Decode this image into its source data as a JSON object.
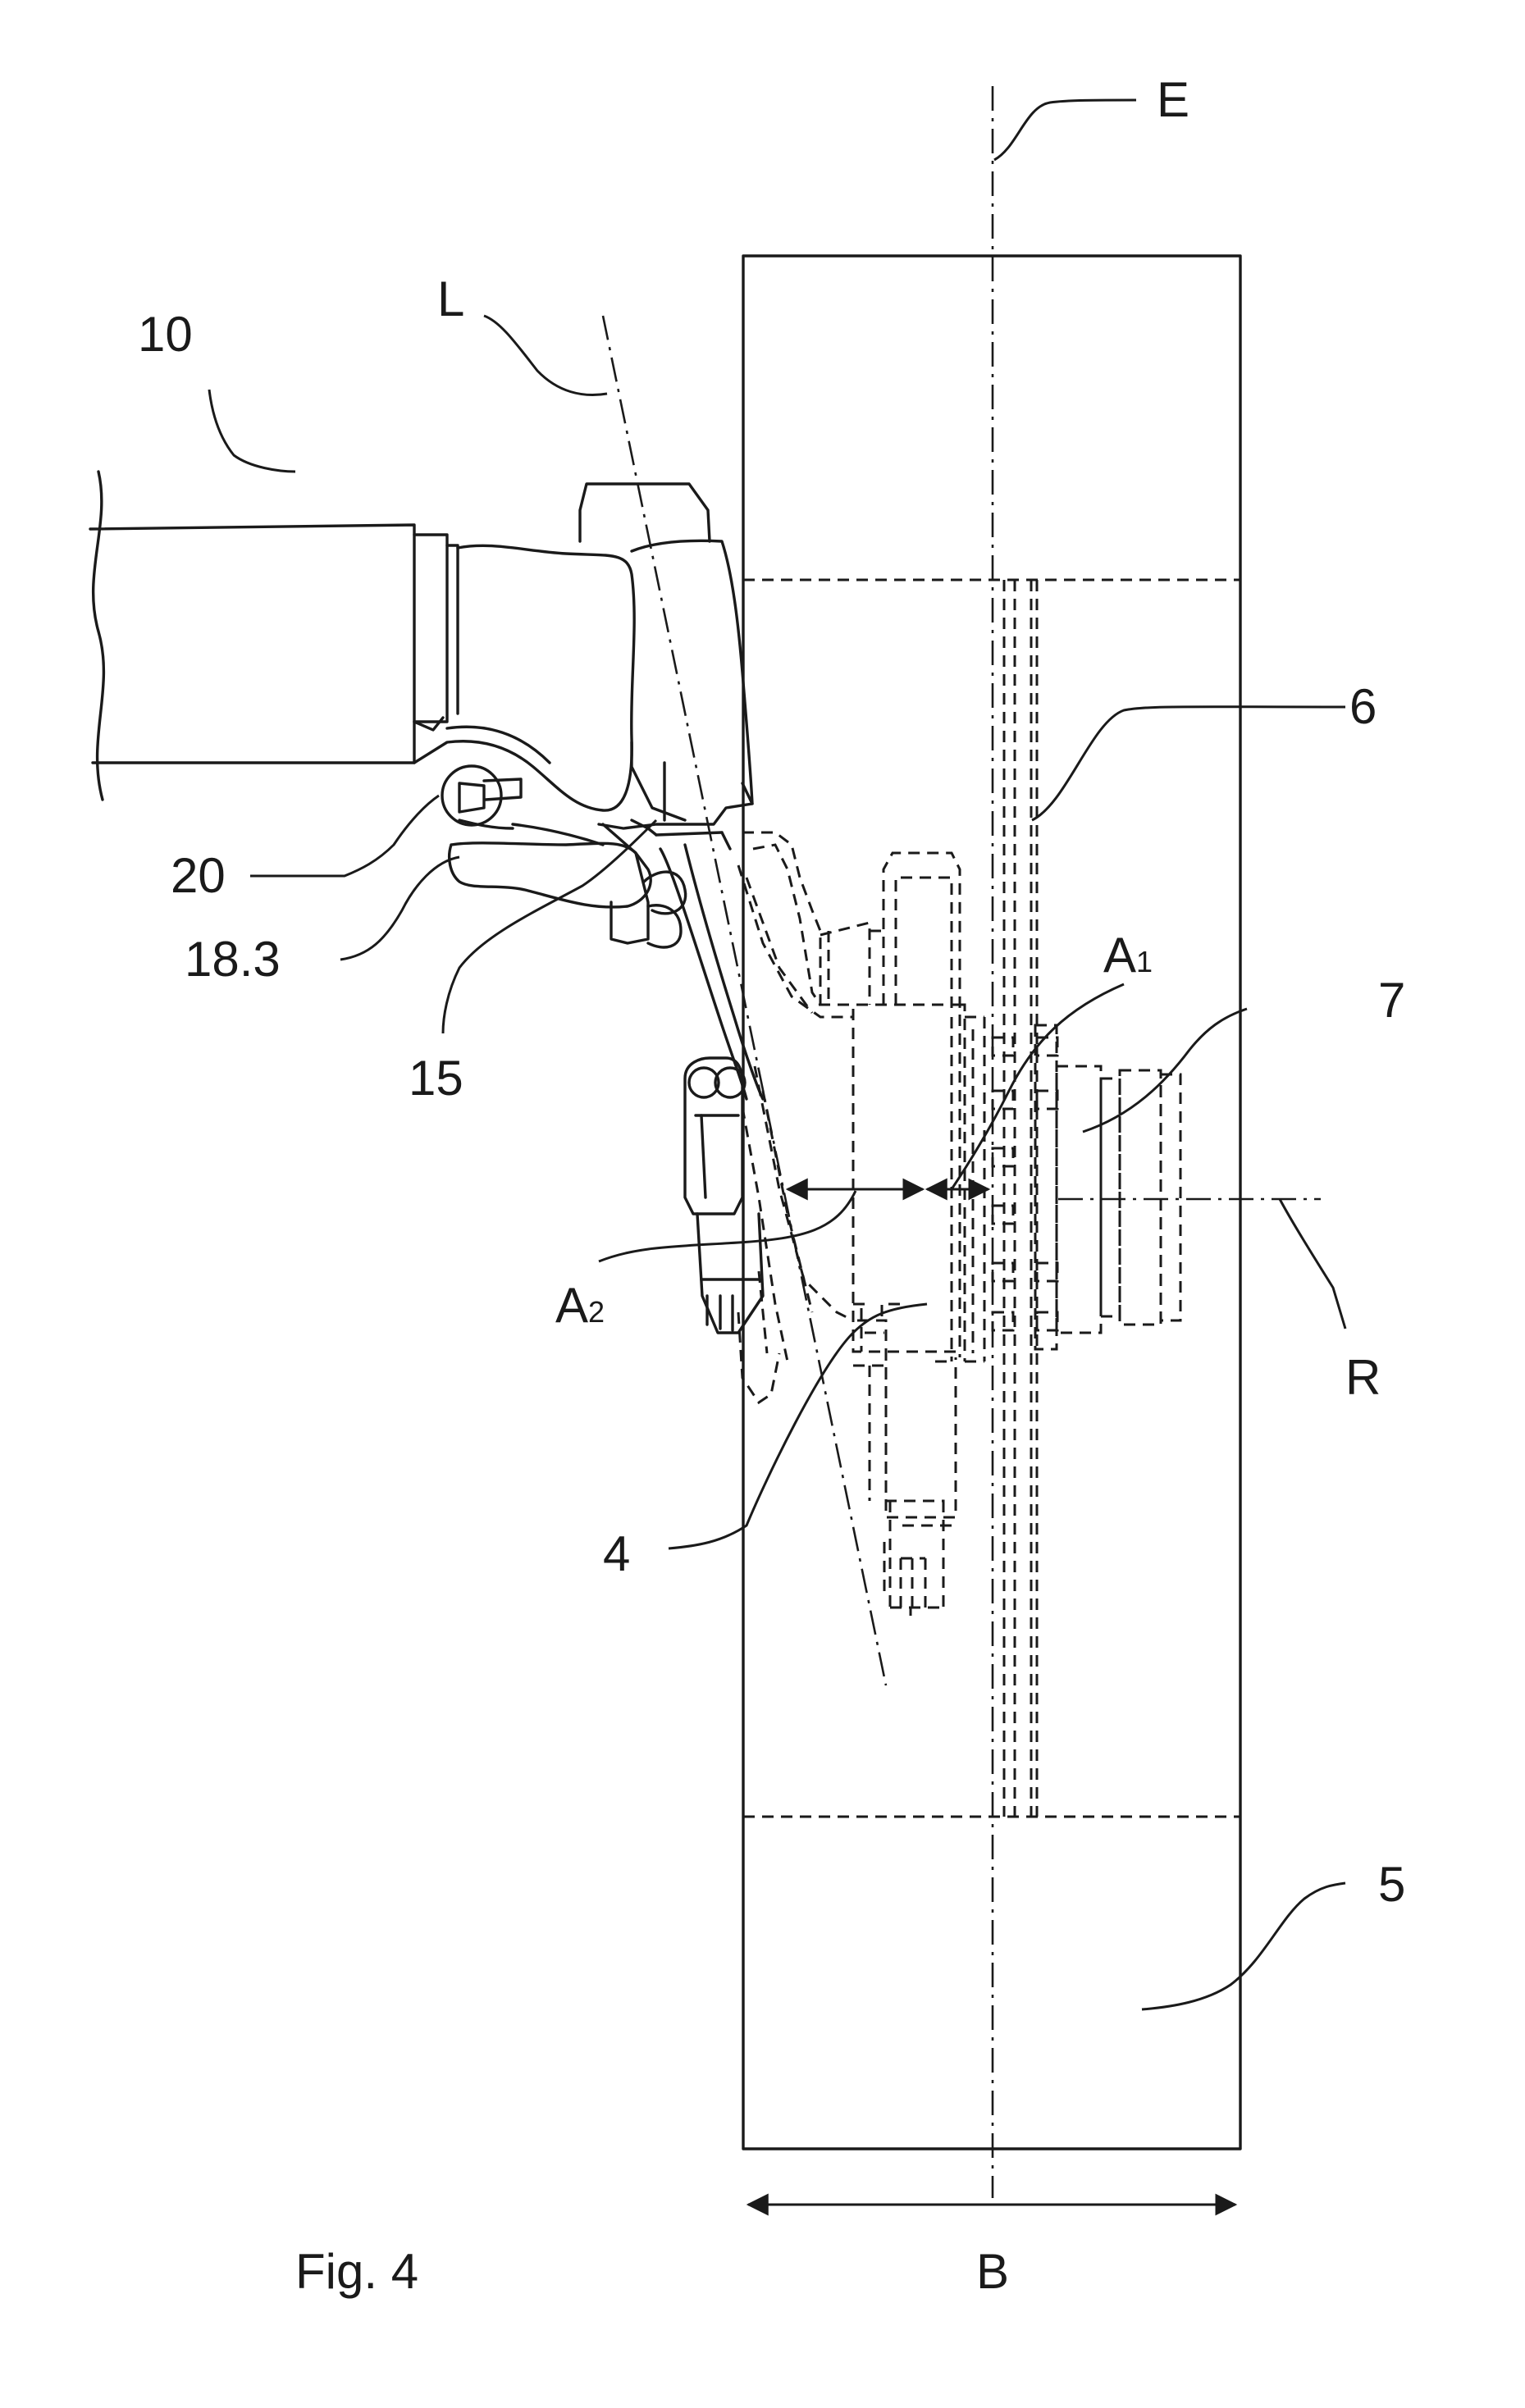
{
  "figure": {
    "caption": "Fig. 4",
    "labels": {
      "E": "E",
      "L": "L",
      "n10": "10",
      "n6": "6",
      "n20": "20",
      "n18_3": "18.3",
      "n15": "15",
      "A1_main": "A",
      "A1_sub": "1",
      "n7": "7",
      "A2_main": "A",
      "A2_sub": "2",
      "R": "R",
      "n4": "4",
      "n5": "5",
      "B": "B"
    }
  }
}
